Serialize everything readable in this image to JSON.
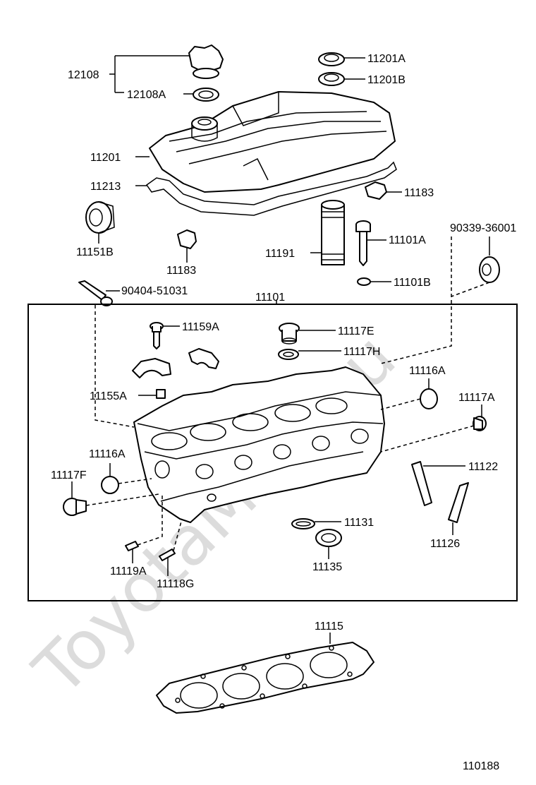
{
  "diagram_code": "110188",
  "watermark": "ToyotaMine.ru",
  "labels": {
    "p12108": "12108",
    "p12108A": "12108A",
    "p11201A": "11201A",
    "p11201B": "11201B",
    "p11201": "11201",
    "p11213": "11213",
    "p11183_right": "11183",
    "p11151B": "11151B",
    "p11183_left": "11183",
    "p11191": "11191",
    "p11101A": "11101A",
    "p90339": "90339-36001",
    "p11101B": "11101B",
    "p90404": "90404-51031",
    "p11101": "11101",
    "p11159A": "11159A",
    "p11117E": "11117E",
    "p11117H": "11117H",
    "p11116A_right": "11116A",
    "p11155A": "11155A",
    "p11117A": "11117A",
    "p11116A_left": "11116A",
    "p11122": "11122",
    "p11117F": "11117F",
    "p11131": "11131",
    "p11126": "11126",
    "p11135": "11135",
    "p11119A": "11119A",
    "p11118G": "11118G",
    "p11115": "11115"
  }
}
